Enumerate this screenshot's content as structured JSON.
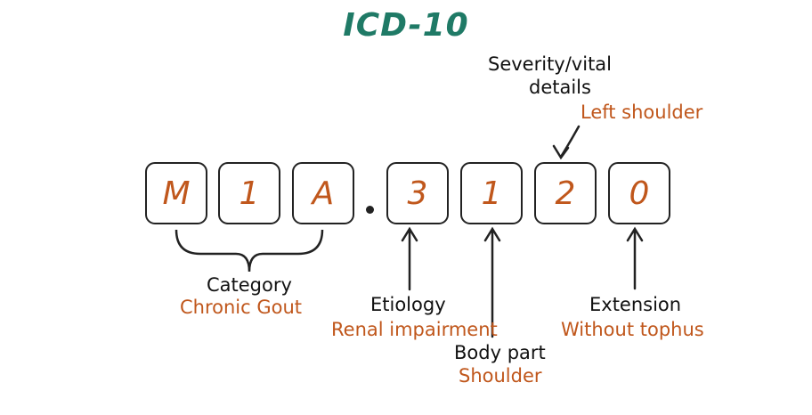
{
  "title": "ICD-10",
  "code": {
    "chars": [
      "M",
      "1",
      "A",
      "3",
      "1",
      "2",
      "0"
    ],
    "separator": "."
  },
  "labels": {
    "category": {
      "name": "Category",
      "value": "Chronic Gout"
    },
    "etiology": {
      "name": "Etiology",
      "value": "Renal impairment"
    },
    "body_part": {
      "name": "Body part",
      "value": "Shoulder"
    },
    "severity": {
      "name_line1": "Severity/vital",
      "name_line2": "details",
      "value": "Left shoulder"
    },
    "extension": {
      "name": "Extension",
      "value": "Without tophus"
    }
  },
  "colors": {
    "title": "#1f7a66",
    "accent": "#c0571c",
    "ink": "#222222"
  }
}
